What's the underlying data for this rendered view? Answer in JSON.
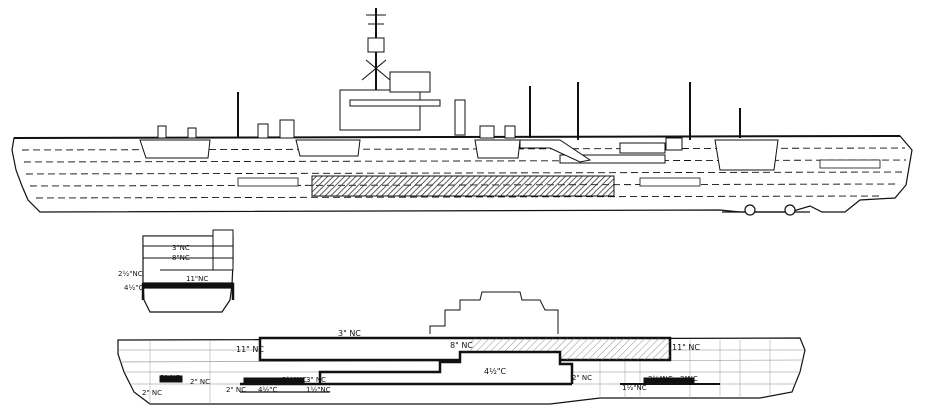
{
  "cross_section": {
    "labels": [
      "3\"NC",
      "8\"NC",
      "2½\"NC",
      "11\"NC",
      "4½\"C"
    ]
  },
  "armour_profile": {
    "labels": [
      "3\" NC",
      "11\" NC",
      "8\" NC",
      "11\" NC",
      "4½\"C",
      "3\" NC",
      "2\" NC",
      "2½\"NC",
      "2½\"NC",
      "3\" NC",
      "2\" NC",
      "4½\"C",
      "2\" NC",
      "1½\"NC",
      "2½\"NC",
      "3\"NC",
      "1½\"NC",
      "2\" NC"
    ]
  },
  "colors": {
    "ink": "#111111",
    "paper": "#ffffff",
    "hatch": "#555555"
  }
}
